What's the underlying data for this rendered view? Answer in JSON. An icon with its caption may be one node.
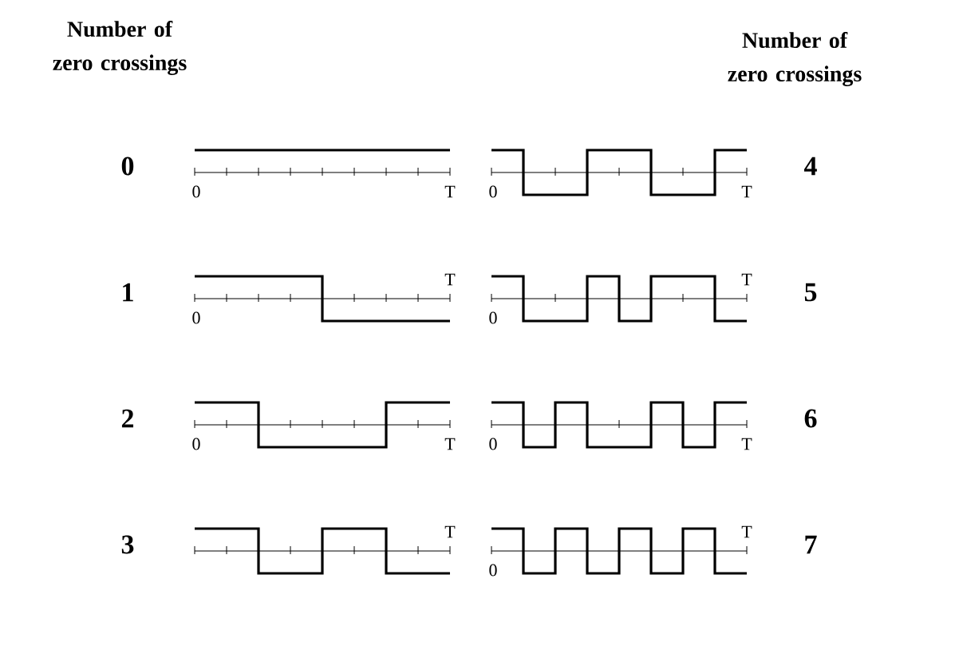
{
  "diagram": {
    "labels": [
      "Number of zero crossings",
      "Number of zero crossings",
      "0",
      "0",
      "T",
      "0",
      "T",
      "4",
      "1",
      "0",
      "T",
      "0",
      "T",
      "5",
      "2",
      "0",
      "T",
      "0",
      "T",
      "6",
      "3",
      "T",
      "0",
      "T",
      "7"
    ]
  }
}
